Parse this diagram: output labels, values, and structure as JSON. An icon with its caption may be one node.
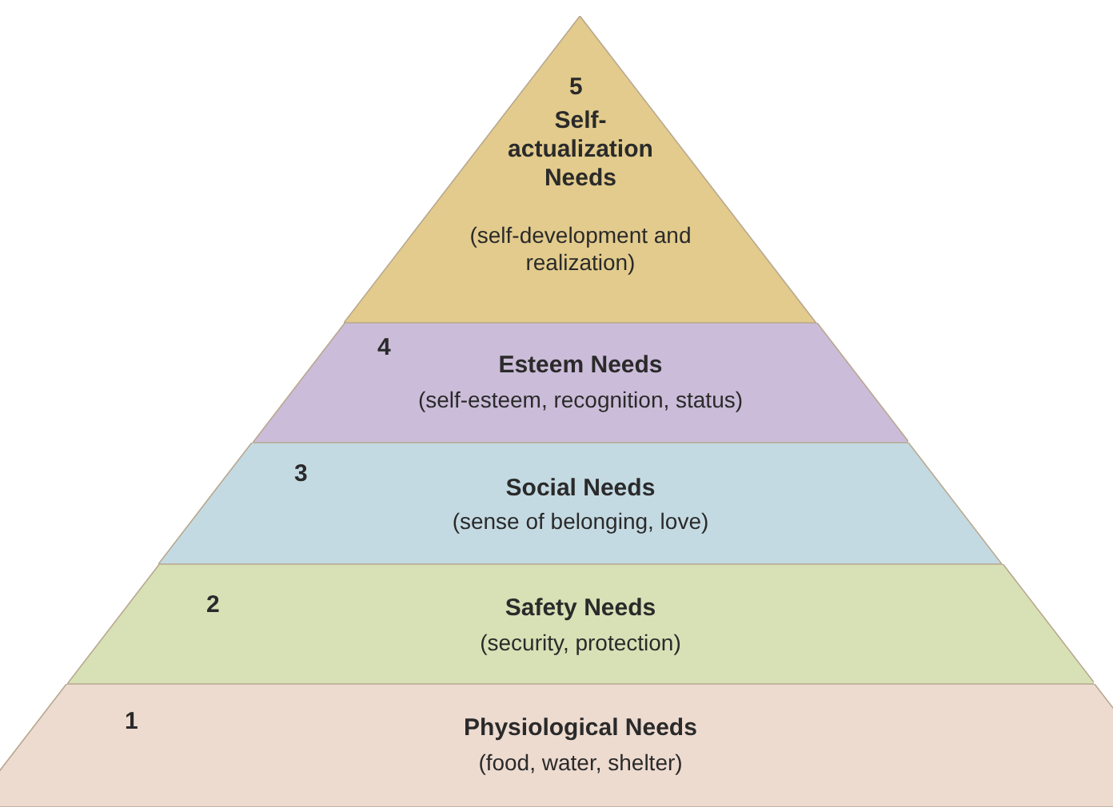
{
  "diagram": {
    "nodes": [
      {
        "text": [
          "5",
          "Self-actualization Needs",
          "(self-development and realization)"
        ]
      },
      {
        "text": [
          "4",
          "Esteem Needs",
          "(self-esteem, recognition, status)"
        ]
      },
      {
        "text": [
          "3",
          "Social Needs",
          "(sense of belonging, love)"
        ]
      },
      {
        "text": [
          "2",
          "Safety Needs",
          "(security, protection)"
        ]
      },
      {
        "text": [
          "1",
          "Physiological Needs",
          "(food, water, shelter)"
        ]
      }
    ]
  }
}
